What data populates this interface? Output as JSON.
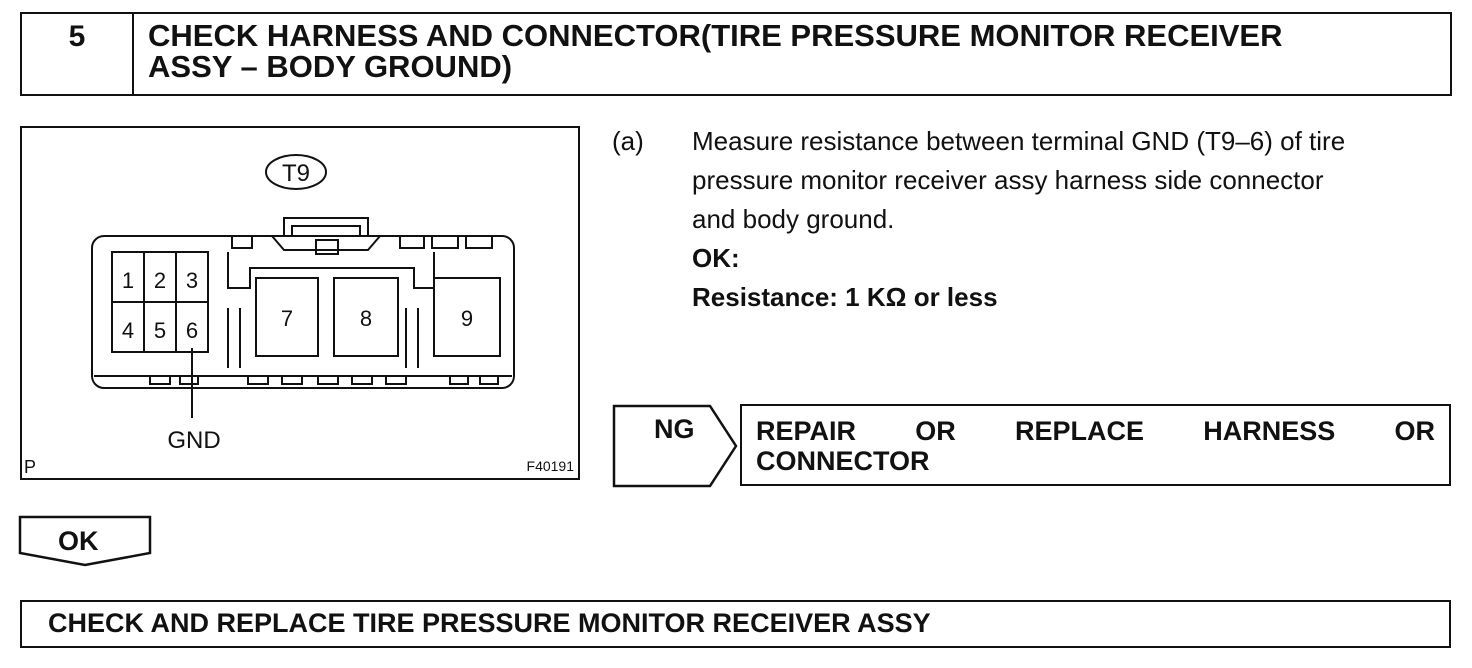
{
  "header": {
    "step_number": "5",
    "title_line1": "CHECK HARNESS AND CONNECTOR(TIRE PRESSURE MONITOR RECEIVER",
    "title_line2": "ASSY – BODY GROUND)"
  },
  "figure": {
    "connector_label": "T9",
    "pins": [
      "1",
      "2",
      "3",
      "4",
      "5",
      "6",
      "7",
      "8",
      "9"
    ],
    "gnd_label": "GND",
    "corner_mark": "P",
    "figure_code": "F40191"
  },
  "step": {
    "label": "(a)",
    "text_line1": "Measure resistance between terminal GND (T9–6) of tire",
    "text_line2": "pressure monitor receiver assy harness side connector",
    "text_line3": "and body ground.",
    "ok_label": "OK:",
    "spec": "Resistance: 1 KΩ or less"
  },
  "ng": {
    "label": "NG",
    "action_words": [
      "REPAIR",
      "OR",
      "REPLACE",
      "HARNESS",
      "OR"
    ],
    "action_line2": "CONNECTOR"
  },
  "ok": {
    "label": "OK"
  },
  "final": {
    "text": "CHECK AND REPLACE TIRE PRESSURE MONITOR RECEIVER ASSY"
  }
}
